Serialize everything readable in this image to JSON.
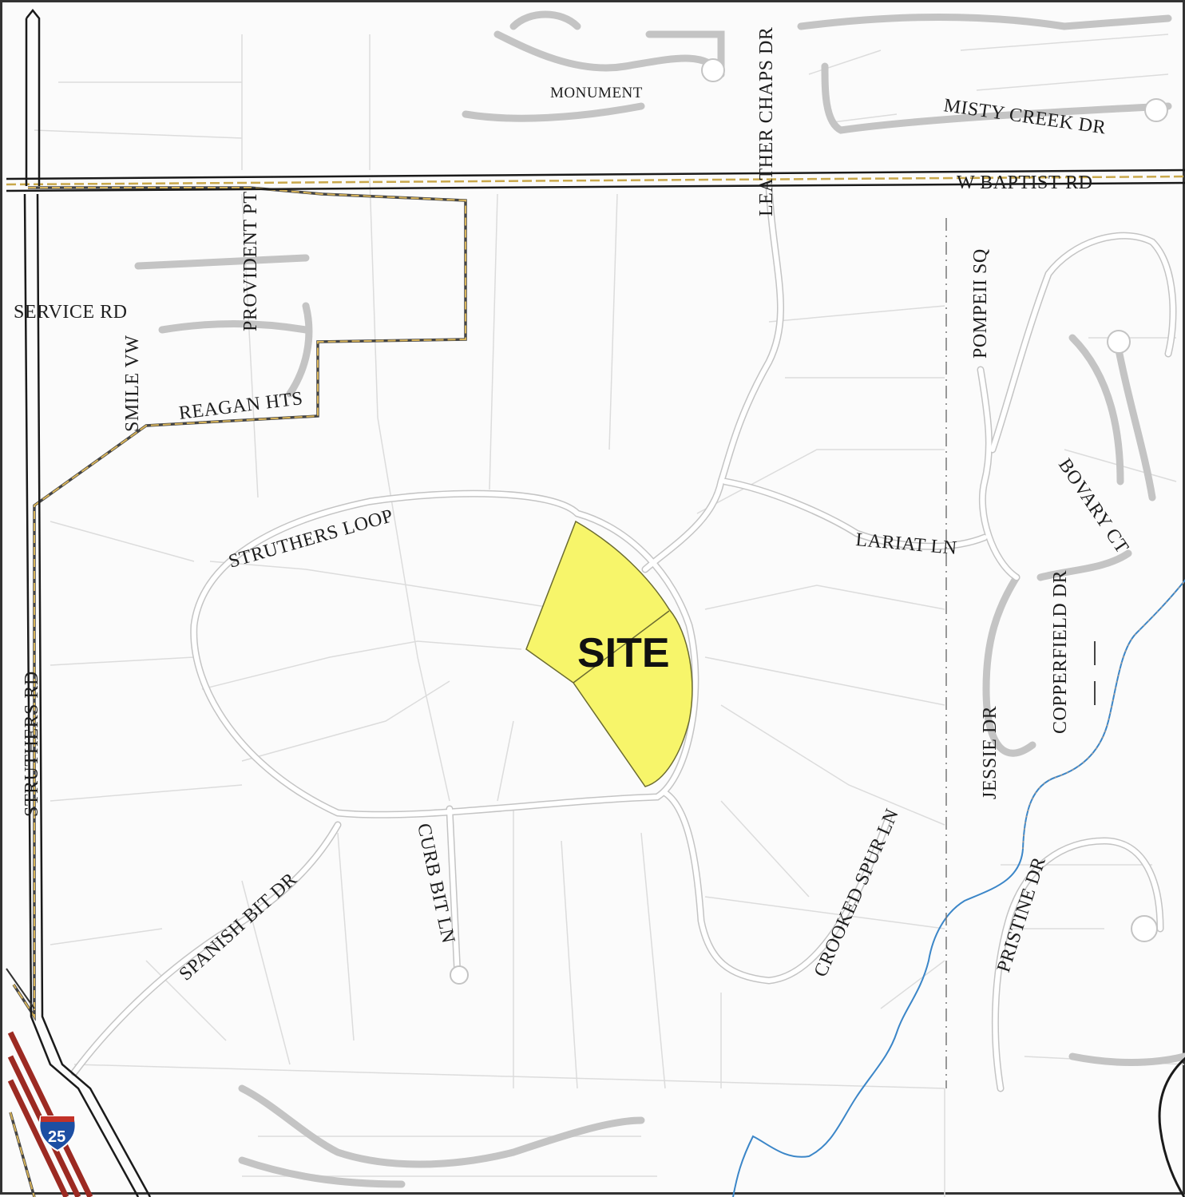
{
  "map": {
    "site_label": "SITE",
    "highway_shield": "25",
    "colors": {
      "site_fill": "#f7f56a",
      "city_limit": "#c9a84b",
      "major_road": "#1a1a1a",
      "interstate": "#9c2a22",
      "creek": "#3b86c8",
      "parcel_line": "#dddddd",
      "street_casing": "#bdbdbd"
    },
    "streets": {
      "monument": "MONUMENT",
      "misty_creek": "MISTY CREEK DR",
      "leather_chaps": "LEATHER CHAPS DR",
      "w_baptist": "W BAPTIST RD",
      "provident": "PROVIDENT PT",
      "service": "SERVICE RD",
      "smile": "SMILE VW",
      "reagan": "REAGAN HTS",
      "pompeii": "POMPEII SQ",
      "bovary": "BOVARY CT",
      "struthers_loop": "STRUTHERS LOOP",
      "lariat": "LARIAT LN",
      "copperfield": "COPPERFIELD DR",
      "struthers_rd": "STRUTHERS RD",
      "jessie": "JESSIE DR",
      "crooked_spur": "CROOKED SPUR LN",
      "spanish_bit": "SPANISH BIT DR",
      "curb_bit": "CURB BIT LN",
      "pristine": "PRISTINE DR"
    }
  }
}
